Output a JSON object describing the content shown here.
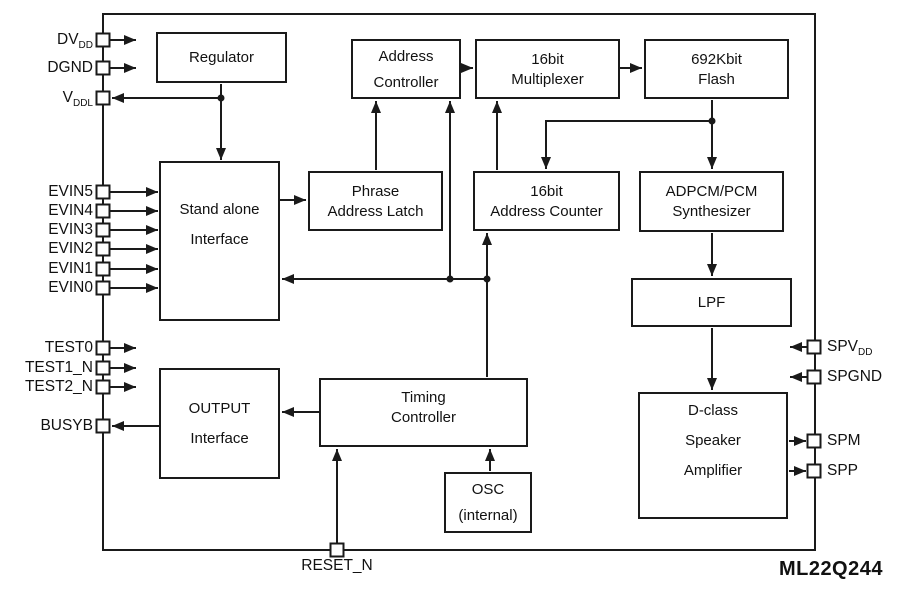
{
  "diagram": {
    "part_number": "ML22Q244",
    "blocks": {
      "regulator": {
        "lines": [
          "Regulator"
        ]
      },
      "address_controller": {
        "lines": [
          "Address",
          "Controller"
        ]
      },
      "multiplexer": {
        "lines": [
          "16bit",
          "Multiplexer"
        ]
      },
      "flash": {
        "lines": [
          "692Kbit",
          "Flash"
        ]
      },
      "standalone": {
        "lines": [
          "Stand alone",
          "Interface"
        ]
      },
      "phrase_latch": {
        "lines": [
          "Phrase",
          "Address Latch"
        ]
      },
      "address_counter": {
        "lines": [
          "16bit",
          "Address Counter"
        ]
      },
      "synthesizer": {
        "lines": [
          "ADPCM/PCM",
          "Synthesizer"
        ]
      },
      "lpf": {
        "lines": [
          "LPF"
        ]
      },
      "timing": {
        "lines": [
          "Timing",
          "Controller"
        ]
      },
      "output_interface": {
        "lines": [
          "OUTPUT",
          "Interface"
        ]
      },
      "osc": {
        "lines": [
          "OSC",
          "(internal)"
        ]
      },
      "dclass_amp": {
        "lines": [
          "D-class",
          "Speaker",
          "Amplifier"
        ]
      }
    },
    "pins": {
      "dvdd": {
        "text": "DV",
        "sub": "DD"
      },
      "dgnd": {
        "text": "DGND",
        "sub": ""
      },
      "vddl": {
        "text": "V",
        "sub": "DDL"
      },
      "evin5": {
        "text": "EVIN5"
      },
      "evin4": {
        "text": "EVIN4"
      },
      "evin3": {
        "text": "EVIN3"
      },
      "evin2": {
        "text": "EVIN2"
      },
      "evin1": {
        "text": "EVIN1"
      },
      "evin0": {
        "text": "EVIN0"
      },
      "test0": {
        "text": "TEST0"
      },
      "test1n": {
        "text": "TEST1_N"
      },
      "test2n": {
        "text": "TEST2_N"
      },
      "busyb": {
        "text": "BUSYB"
      },
      "spvdd": {
        "text": "SPV",
        "sub": "DD"
      },
      "spgnd": {
        "text": "SPGND",
        "sub": ""
      },
      "spm": {
        "text": "SPM"
      },
      "spp": {
        "text": "SPP"
      },
      "resetn": {
        "text": "RESET_N"
      }
    },
    "colors": {
      "line": "#1a1a1a",
      "background": "#ffffff",
      "text": "#111111"
    }
  }
}
